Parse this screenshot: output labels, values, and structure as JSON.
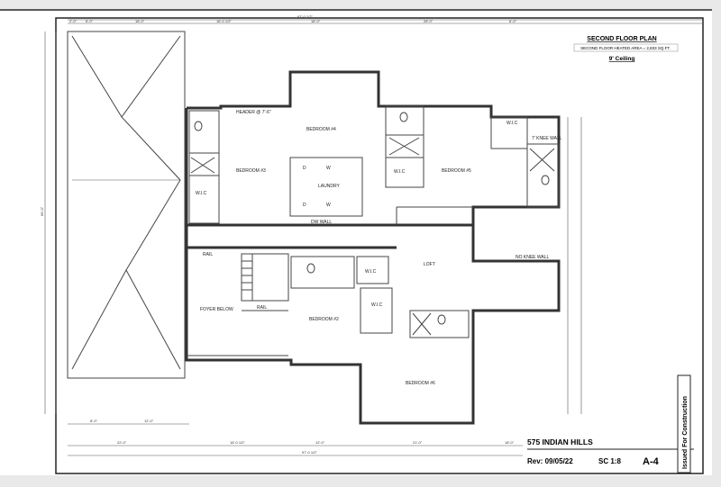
{
  "title_block": {
    "plan_title": "SECOND FLOOR PLAN",
    "heated_area": "SECOND FLOOR HEATED AREA = 2,833 SQ.FT.",
    "ceiling": "9' Ceiling",
    "address": "575 INDIAN HILLS",
    "revision": "Rev: 09/05/22",
    "scale": "SC  1:8",
    "sheet_number": "A-4",
    "issued_stamp": "Issued For Construction"
  },
  "rooms": [
    {
      "id": "bedroom-3",
      "label": "BEDROOM #3"
    },
    {
      "id": "bedroom-4",
      "label": "BEDROOM #4"
    },
    {
      "id": "bedroom-5",
      "label": "BEDROOM #5"
    },
    {
      "id": "bedroom-2",
      "label": "BEDROOM #2"
    },
    {
      "id": "bedroom-6",
      "label": "BEDROOM #6"
    },
    {
      "id": "laundry",
      "label": "LAUNDRY"
    },
    {
      "id": "loft",
      "label": "LOFT"
    },
    {
      "id": "foyer",
      "label": "FOYER BELOW"
    }
  ],
  "notes": {
    "wic": "W.I.C",
    "no_knee_wall": "NO KNEE WALL",
    "knee_wall": "7' KNEE WALL",
    "header": "HEADER @ 7'-6\"",
    "rail": "RAIL",
    "dw_wall": "DW WALL",
    "dryer": "D",
    "washer": "W"
  },
  "dimensions": {
    "top_overall": "97'-0 1/2\"",
    "top": [
      "2'-0\"",
      "6'-0\"",
      "16'-0\"",
      "16'-0 1/2\"",
      "16'-0\"",
      "28'-0\"",
      "6'-0\""
    ],
    "bottom_overall": "97'-0 1/2\"",
    "bottom": [
      "22'-0\"",
      "16'-0 1/2\"",
      "12'-0\"",
      "21'-0\"",
      "18'-0\""
    ],
    "bottom_left": [
      "8'-0\"",
      "12'-0\""
    ],
    "left_overall": "66'-0\""
  }
}
